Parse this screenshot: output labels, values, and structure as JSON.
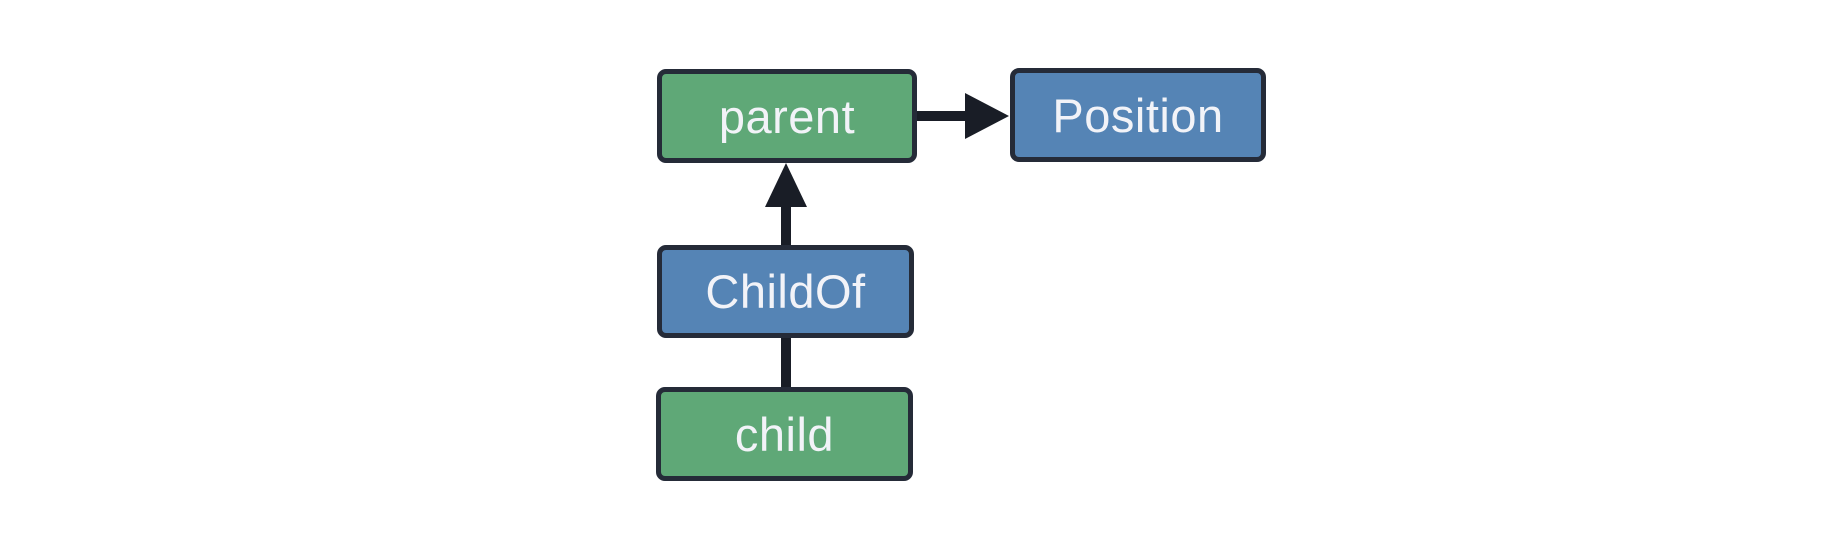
{
  "diagram": {
    "nodes": [
      {
        "id": "parent",
        "label": "parent",
        "kind": "entity"
      },
      {
        "id": "Position",
        "label": "Position",
        "kind": "component"
      },
      {
        "id": "ChildOf",
        "label": "ChildOf",
        "kind": "relationship"
      },
      {
        "id": "child",
        "label": "child",
        "kind": "entity"
      }
    ],
    "edges": [
      {
        "from": "parent",
        "to": "Position",
        "connector": "arrow",
        "direction": "right"
      },
      {
        "from": "ChildOf",
        "to": "parent",
        "connector": "arrow",
        "direction": "up"
      },
      {
        "from": "child",
        "to": "ChildOf",
        "connector": "line",
        "direction": "up"
      }
    ],
    "colors": {
      "entity_fill": "#5fa877",
      "component_fill": "#5584b5",
      "node_border": "#252b38",
      "edge": "#191d26",
      "label_text": "#f2f3f8",
      "background": "#ffffff"
    }
  }
}
